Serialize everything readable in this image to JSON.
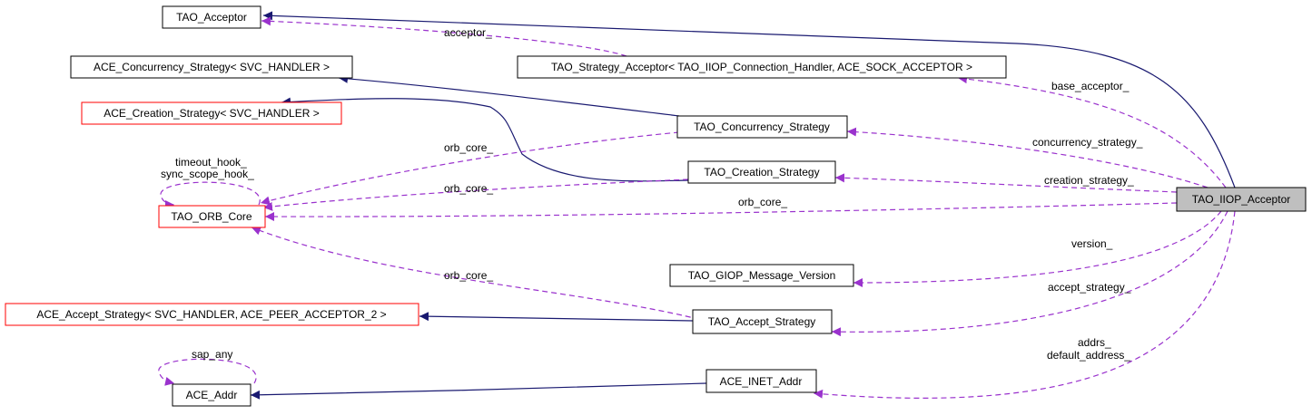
{
  "colors": {
    "inheritance": "#191970",
    "association": "#9a32cd",
    "incomplete_border": "#ff0000",
    "focus_fill": "#bfbfbf"
  },
  "nodes": {
    "tao_acceptor": "TAO_Acceptor",
    "ace_concurrency_strategy": "ACE_Concurrency_Strategy< SVC_HANDLER >",
    "ace_creation_strategy": "ACE_Creation_Strategy< SVC_HANDLER >",
    "tao_orb_core": "TAO_ORB_Core",
    "ace_accept_strategy": "ACE_Accept_Strategy< SVC_HANDLER, ACE_PEER_ACCEPTOR_2 >",
    "ace_addr": "ACE_Addr",
    "tao_strategy_acceptor": "TAO_Strategy_Acceptor< TAO_IIOP_Connection_Handler, ACE_SOCK_ACCEPTOR >",
    "tao_concurrency_strategy": "TAO_Concurrency_Strategy",
    "tao_creation_strategy": "TAO_Creation_Strategy",
    "tao_giop_message_version": "TAO_GIOP_Message_Version",
    "tao_accept_strategy": "TAO_Accept_Strategy",
    "ace_inet_addr": "ACE_INET_Addr",
    "tao_iiop_acceptor": "TAO_IIOP_Acceptor"
  },
  "edge_labels": {
    "acceptor": "acceptor_",
    "base_acceptor": "base_acceptor_",
    "timeout_hook": "timeout_hook_",
    "sync_scope_hook": "sync_scope_hook_",
    "orb_core_concurrency": "orb_core_",
    "concurrency_strategy": "concurrency_strategy_",
    "orb_core_creation": "orb_core_",
    "creation_strategy": "creation_strategy_",
    "orb_core_iiop": "orb_core_",
    "version": "version_",
    "orb_core_accept": "orb_core_",
    "accept_strategy": "accept_strategy_",
    "sap_any": "sap_any",
    "addrs": "addrs_",
    "default_address": "default_address_"
  }
}
